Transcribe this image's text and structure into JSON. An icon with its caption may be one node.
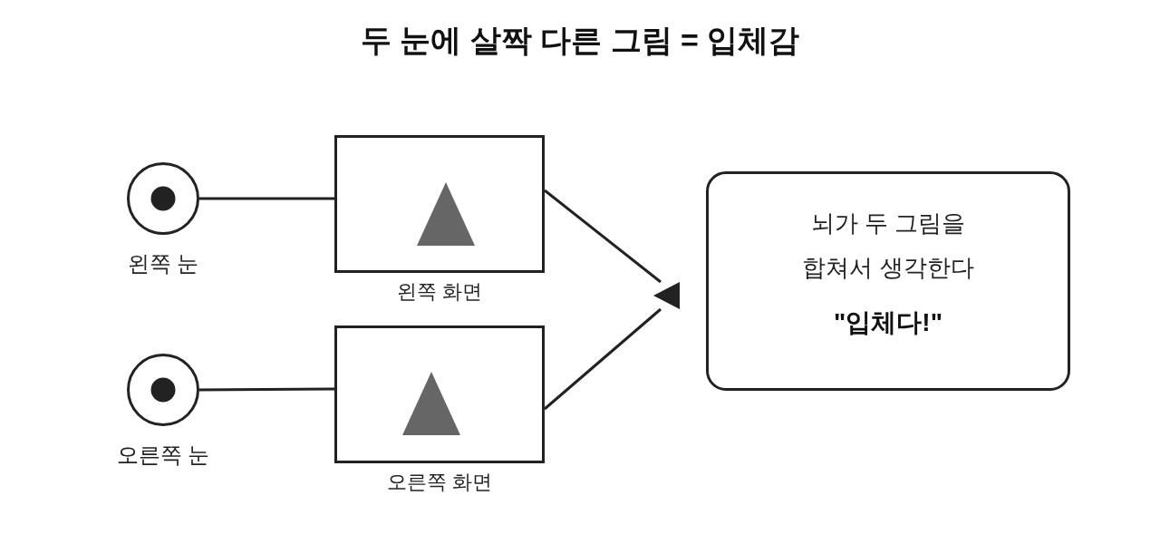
{
  "diagram": {
    "title": "두 눈에 살짝 다른 그림 = 입체감",
    "nodes": [
      {
        "text": [],
        "shape": "circle",
        "beside": [
          "왼쪽 눈"
        ]
      },
      {
        "text": [],
        "shape": "box",
        "beside": [
          "왼쪽 화면"
        ]
      },
      {
        "text": [],
        "shape": "circle",
        "beside": [
          "오른쪽 눈"
        ]
      },
      {
        "text": [],
        "shape": "box",
        "beside": [
          "오른쪽 화면"
        ]
      },
      {
        "text": [],
        "shape": "triangle"
      },
      {
        "text": [
          "뇌가 두 그림을 합쳐서 생각한다",
          "\"입체다!\""
        ]
      }
    ],
    "edges": [
      {
        "from": 0,
        "to": 1,
        "arrow": "none"
      },
      {
        "from": 2,
        "to": 3,
        "arrow": "none"
      },
      {
        "from": 1,
        "to": 4,
        "arrow": "none"
      },
      {
        "from": 3,
        "to": 4,
        "arrow": "none"
      }
    ]
  }
}
